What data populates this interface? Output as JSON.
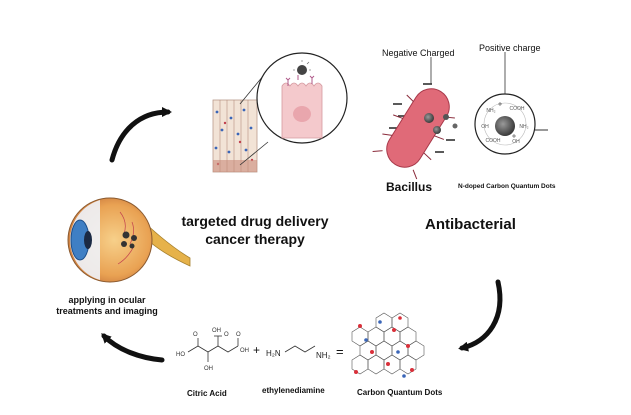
{
  "labels": {
    "negative_charged": "Negative Charged",
    "positive_charge": "Positive charge",
    "bacillus": "Bacillus",
    "ndoped_cqd": "N-doped Carbon Quantum Dots",
    "targeted_line1": "targeted drug delivery",
    "targeted_line2": "cancer therapy",
    "antibacterial": "Antibacterial",
    "ocular_line1": "applying in ocular",
    "ocular_line2": "treatments and imaging",
    "citric_acid": "Citric Acid",
    "ethylenediamine": "ethylenediamine",
    "carbon_quantum_dots": "Carbon Quantum Dots"
  },
  "equation": {
    "plus": "+",
    "equals": "="
  },
  "colors": {
    "arrow": "#111111",
    "bacillus": "#e06a78",
    "eye_iris": "#3f7fc4",
    "cell_pink": "#f4c9cc",
    "cqd_red": "#d9303a"
  }
}
